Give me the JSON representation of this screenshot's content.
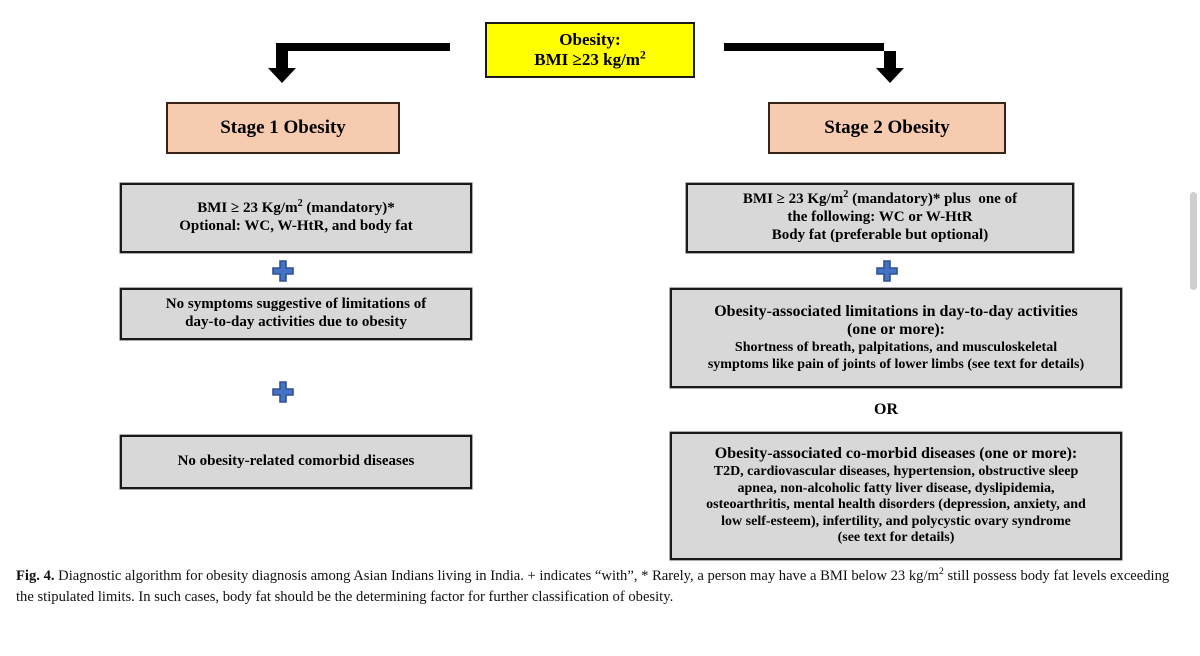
{
  "figure": {
    "root": {
      "label": "obesity-root",
      "lines": [
        "Obesity:",
        "BMI ≥23 kg/m²"
      ],
      "fill": "#ffff00",
      "border": "#1a1a1a"
    },
    "stages": [
      {
        "id": "stage-1",
        "title": "Stage 1 Obesity",
        "fill": "#f7cbaf",
        "criteria": [
          {
            "id": "stage-1-criterion-bmi",
            "lines": [
              "BMI ≥ 23 Kg/m² (mandatory)*",
              "Optional: WC, W-HtR, and body fat"
            ]
          },
          {
            "id": "stage-1-criterion-symptoms",
            "lines": [
              "No symptoms suggestive of limitations of",
              "day-to-day activities due to obesity"
            ]
          },
          {
            "id": "stage-1-criterion-comorbid",
            "lines": [
              "No obesity-related comorbid diseases"
            ]
          }
        ],
        "connectors": [
          "plus",
          "plus"
        ]
      },
      {
        "id": "stage-2",
        "title": "Stage 2 Obesity",
        "fill": "#f7cbaf",
        "criteria": [
          {
            "id": "stage-2-criterion-bmi",
            "lines": [
              "BMI ≥ 23 Kg/m² (mandatory)* plus  one of",
              "the following: WC or W-HtR",
              "Body fat (preferable but optional)"
            ]
          },
          {
            "id": "stage-2-criterion-limitations",
            "heading": [
              "Obesity-associated limitations in day-to-day activities",
              "(one or more):"
            ],
            "detail": [
              "Shortness of breath, palpitations,  and musculoskeletal",
              "symptoms like pain of joints of lower limbs (see text for details)"
            ]
          },
          {
            "id": "stage-2-criterion-comorbid",
            "heading": [
              "Obesity-associated co-morbid diseases (one or more):"
            ],
            "detail": [
              "T2D, cardiovascular diseases, hypertension, obstructive sleep",
              "apnea, non-alcoholic fatty liver disease, dyslipidemia,",
              "osteoarthritis, mental health disorders (depression, anxiety, and",
              "low self-esteem), infertility, and polycystic ovary syndrome",
              "(see text for details)"
            ]
          }
        ],
        "connectors": [
          "plus",
          "or"
        ]
      }
    ],
    "or_label": "OR",
    "plus_color": "#4472c4",
    "plus_border": "#2f528f"
  },
  "caption": {
    "figure_number": "Fig. 4.",
    "text_part_1": " Diagnostic algorithm for obesity diagnosis among Asian Indians living in India. + indicates “with”, * Rarely, a person may have a BMI below 23 kg/m",
    "superscript": "2",
    "text_part_2": "still possess body fat levels exceeding the stipulated limits. In such cases, body fat should be the determining factor for further classification of obesity."
  },
  "scrollbar": {
    "thumb_color": "#cfcfcf"
  }
}
